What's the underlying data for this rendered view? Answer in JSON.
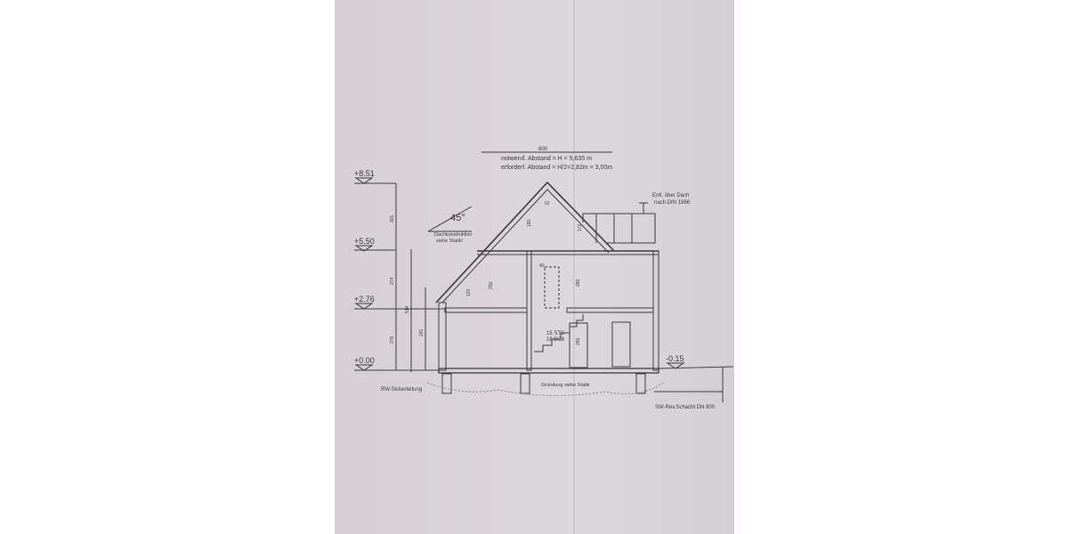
{
  "drawing": {
    "top_dimension": "600",
    "note_line1": "notwend. Abstand = H = 5,635 m",
    "note_line2": "erforderl. Abstand = H/2=2,82m = 3,00m",
    "roof_angle": "45°",
    "roof_note_line1": "Dachkonstruktion",
    "roof_note_line2": "siehe Statik!",
    "vent_note_line1": "Entl. über Dach",
    "vent_note_line2": "nach DIN 1986",
    "levels": [
      "+8.51",
      "+5.50",
      "+2.76",
      "+0.00",
      "-0.15"
    ],
    "dimensions": [
      "301",
      "274",
      "276",
      "514",
      "241",
      "190",
      "250",
      "120",
      "250",
      "250",
      "172",
      "62",
      "40"
    ],
    "stairs_line1": "15 STG",
    "stairs_line2": "16.5/28",
    "drain_label": "RW-Sickerleitung",
    "foundation_label": "Gründung siehe Statik",
    "shaft_label": "SW-Rev.Schacht DN 800",
    "line_color": "#3a3a40",
    "paper_color": "#d8d3d6"
  }
}
